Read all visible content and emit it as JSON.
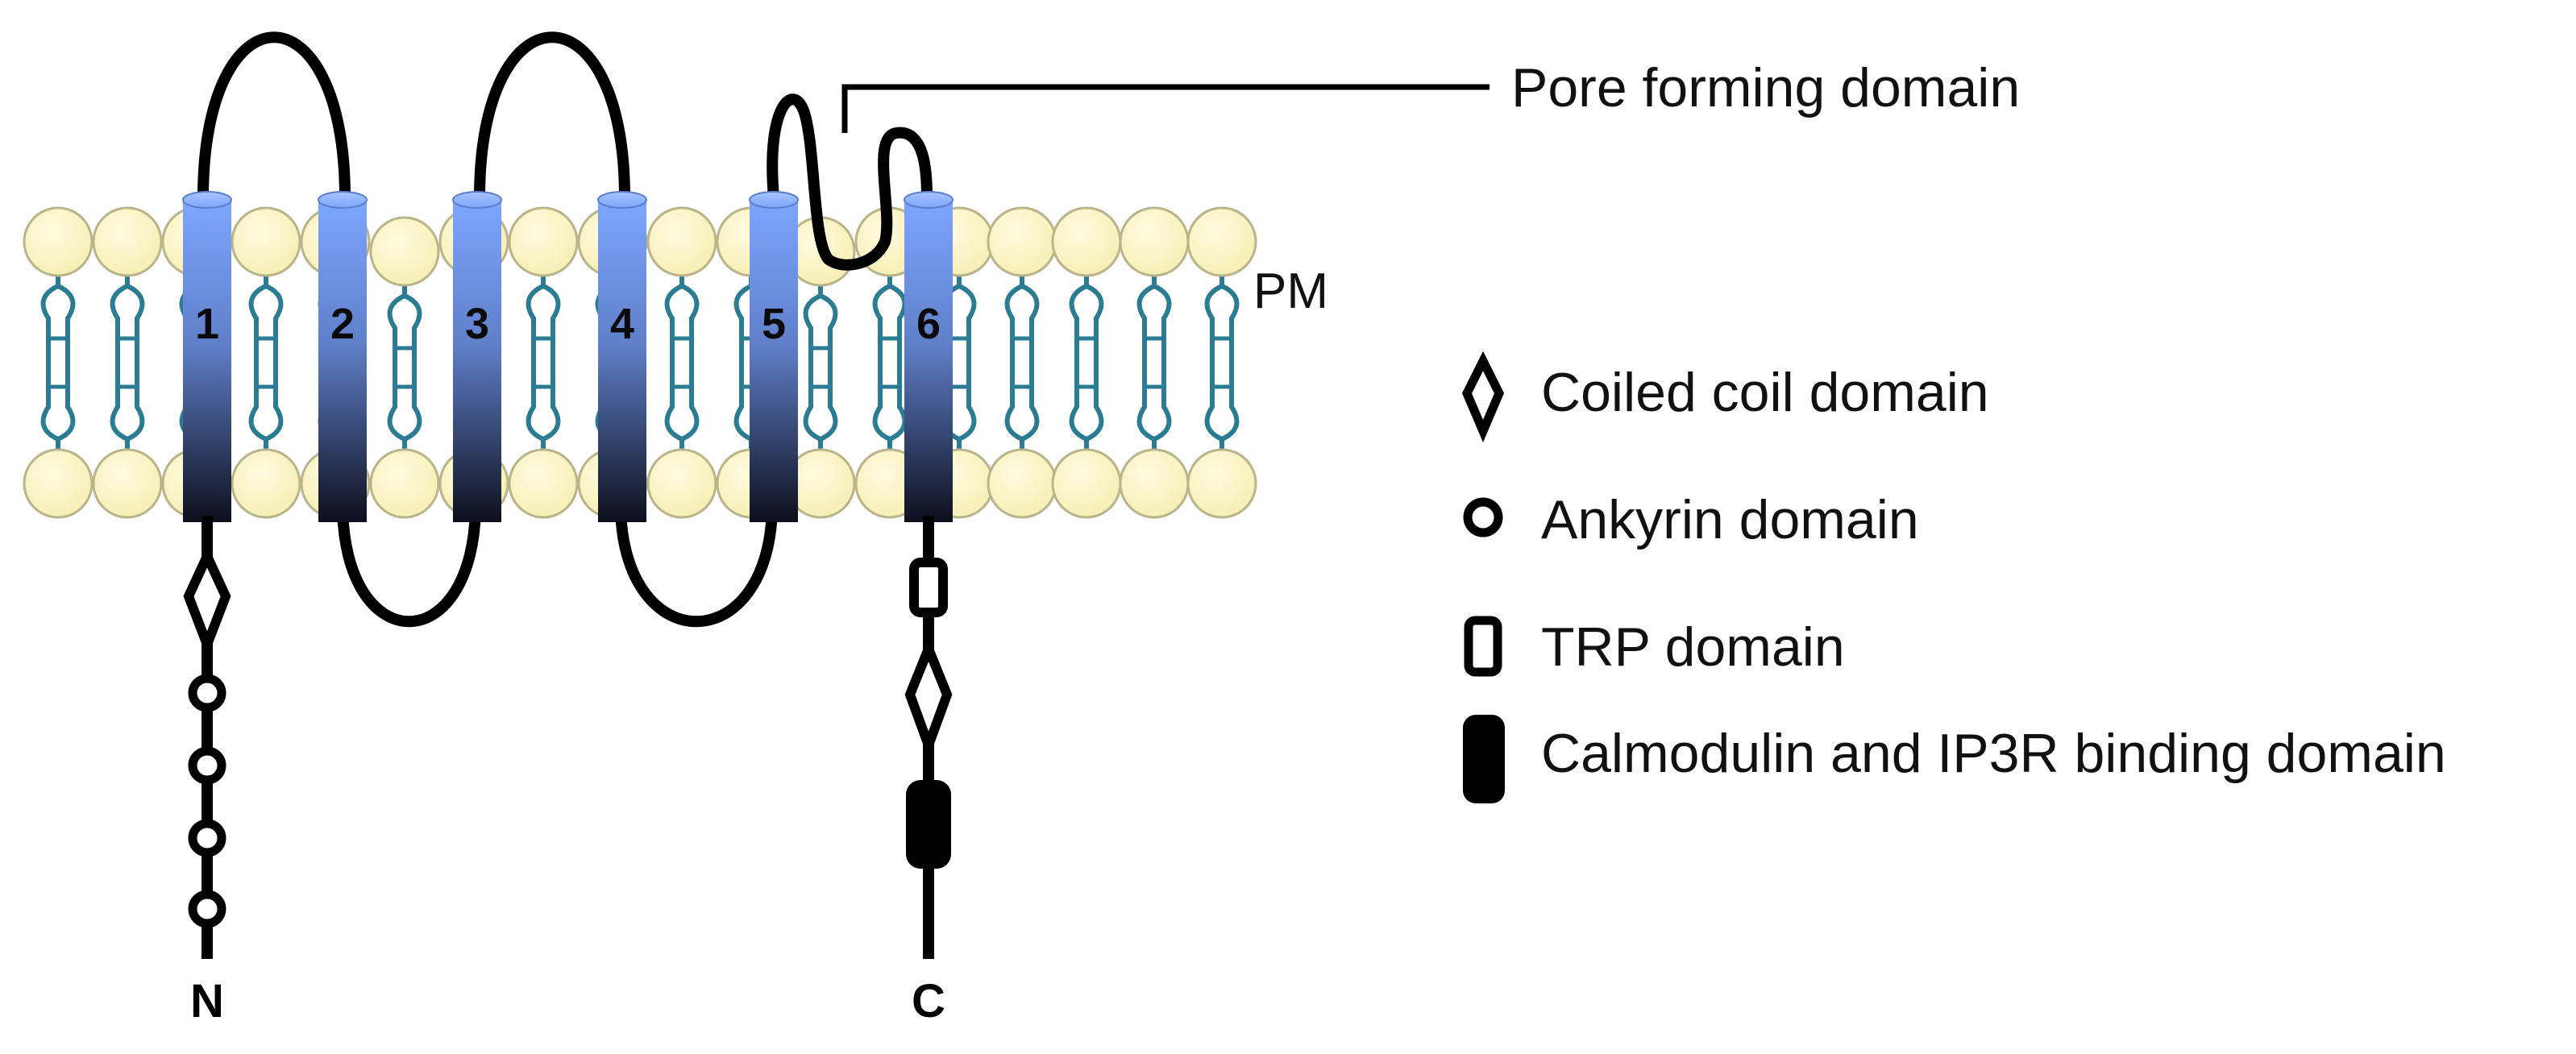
{
  "membrane": {
    "label": "PM",
    "head_color": "#fbf5c4",
    "head_stroke": "#b9b48a",
    "tail_color": "#2b7c93"
  },
  "helices": {
    "labels": [
      "1",
      "2",
      "3",
      "4",
      "5",
      "6"
    ],
    "color_top": "#7ea6ff",
    "color_bottom": "#0d0f1c"
  },
  "pore": {
    "label": "Pore forming domain"
  },
  "termini": {
    "n": "N",
    "c": "C"
  },
  "legend": {
    "items": [
      {
        "icon": "coiled-coil-icon",
        "label": "Coiled coil domain"
      },
      {
        "icon": "ankyrin-icon",
        "label": "Ankyrin domain"
      },
      {
        "icon": "trp-domain-icon",
        "label": "TRP domain"
      },
      {
        "icon": "calmodulin-ip3r-icon",
        "label": "Calmodulin and IP3R binding domain"
      }
    ]
  }
}
